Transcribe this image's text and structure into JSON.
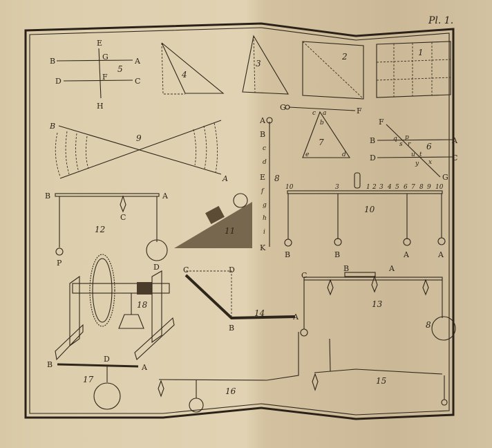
{
  "plate": {
    "label": "Pl. 1.",
    "colors": {
      "paper": "#ddcfae",
      "ink": "#2c2418"
    }
  },
  "figures": {
    "fig1": {
      "number": "1",
      "description": "rectangle divided into grid by dashed lines"
    },
    "fig2": {
      "number": "2",
      "description": "rectangle with dashed diagonal"
    },
    "fig3": {
      "number": "3",
      "description": "triangle with dashed altitude"
    },
    "fig4": {
      "number": "4",
      "description": "obtuse triangle with dashed height"
    },
    "fig5": {
      "number": "5",
      "labels": {
        "E": "E",
        "G": "G",
        "A": "A",
        "B": "B",
        "F": "F",
        "C": "C",
        "D": "D",
        "H": "H"
      }
    },
    "fig6": {
      "number": "6",
      "labels": {
        "F": "F",
        "B": "B",
        "A": "A",
        "D": "D",
        "C": "C",
        "G": "G",
        "q": "q",
        "p": "p",
        "s": "s",
        "r": "r",
        "u": "u",
        "t": "t",
        "y": "y",
        "x": "x"
      }
    },
    "fig7": {
      "number": "7",
      "labels": {
        "G": "G",
        "F": "F",
        "c": "c",
        "a": "a",
        "b": "b",
        "e": "e",
        "d": "d"
      }
    },
    "fig8": {
      "number": "8",
      "scale": [
        "A",
        "B",
        "c",
        "d",
        "E",
        "f",
        "g",
        "h",
        "i",
        "K"
      ]
    },
    "fig9": {
      "number": "9",
      "labels": {
        "B": "B",
        "A": "A"
      }
    },
    "fig10": {
      "number": "10",
      "scale_left": [
        "10",
        "3"
      ],
      "scale_right": [
        "1",
        "2",
        "3",
        "4",
        "5",
        "6",
        "7",
        "8",
        "9",
        "10"
      ],
      "weights": [
        "B",
        "B",
        "A",
        "A"
      ]
    },
    "fig11": {
      "number": "11",
      "description": "inclined plane with block and ball"
    },
    "fig12": {
      "number": "12",
      "labels": {
        "B": "B",
        "A": "A",
        "C": "C",
        "P": "P",
        "D": "D"
      }
    },
    "fig13": {
      "number": "13",
      "labels": {
        "C": "C",
        "B": "B",
        "A": "A"
      },
      "ball_label": "8"
    },
    "fig14": {
      "number": "14",
      "labels": {
        "C": "C",
        "D": "D",
        "B": "B",
        "A": "A"
      }
    },
    "fig15": {
      "number": "15"
    },
    "fig16": {
      "number": "16"
    },
    "fig17": {
      "number": "17",
      "labels": {
        "B": "B",
        "D": "D",
        "A": "A"
      }
    },
    "fig18": {
      "number": "18",
      "description": "windlass with toothed wheel and weight"
    }
  }
}
